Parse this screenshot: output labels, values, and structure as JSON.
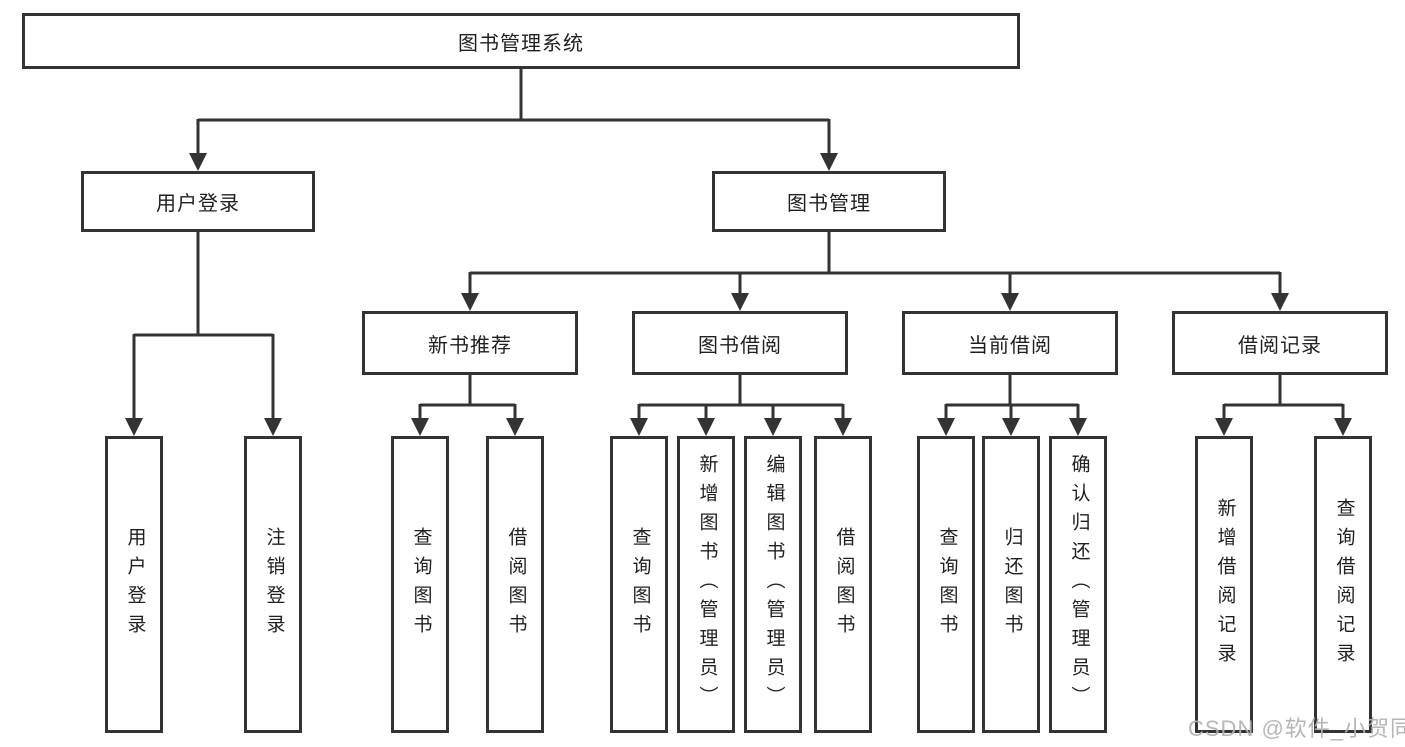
{
  "diagram": {
    "type": "functional-structure-tree",
    "colors": {
      "background": "#ffffff",
      "line": "#333333",
      "box_border": "#333333",
      "text": "#1f1f1f",
      "watermark": "#b2b2b2"
    }
  },
  "tree": {
    "root": {
      "label": "图书管理系统",
      "children": [
        {
          "label": "用户登录",
          "children": [
            {
              "label": "用户登录"
            },
            {
              "label": "注销登录"
            }
          ]
        },
        {
          "label": "图书管理",
          "children": [
            {
              "label": "新书推荐",
              "children": [
                {
                  "label": "查询图书"
                },
                {
                  "label": "借阅图书"
                }
              ]
            },
            {
              "label": "图书借阅",
              "children": [
                {
                  "label": "查询图书"
                },
                {
                  "label": "新增图书（管理员）"
                },
                {
                  "label": "编辑图书（管理员）"
                },
                {
                  "label": "借阅图书"
                }
              ]
            },
            {
              "label": "当前借阅",
              "children": [
                {
                  "label": "查询图书"
                },
                {
                  "label": "归还图书"
                },
                {
                  "label": "确认归还（管理员）"
                }
              ]
            },
            {
              "label": "借阅记录",
              "children": [
                {
                  "label": "新增借阅记录"
                },
                {
                  "label": "查询借阅记录"
                }
              ]
            }
          ]
        }
      ]
    }
  },
  "watermark": {
    "text": "CSDN @软件_小贺同学"
  }
}
